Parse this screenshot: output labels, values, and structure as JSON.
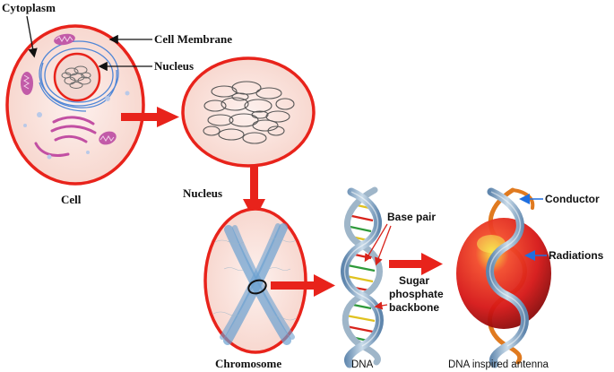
{
  "labels": {
    "cytoplasm": "Cytoplasm",
    "cell_membrane": "Cell Membrane",
    "nucleus_pointer": "Nucleus",
    "cell": "Cell",
    "nucleus": "Nucleus",
    "chromosome": "Chromosome",
    "dna": "DNA",
    "base_pair": "Base pair",
    "sugar_line1": "Sugar",
    "sugar_line2": "phosphate",
    "sugar_line3": "backbone",
    "dna_antenna": "DNA inspired antenna",
    "conductor": "Conductor",
    "radiations": "Radiations"
  },
  "colors": {
    "outline_red": "#e8231b",
    "fill_pink": "#fbe3dd",
    "arrow_red": "#e8231b",
    "pointer_blue": "#1f6fe0",
    "helix_blue": "#7fa6c9",
    "helix_orange": "#e07a1f",
    "sphere_red": "#e21b1b"
  }
}
